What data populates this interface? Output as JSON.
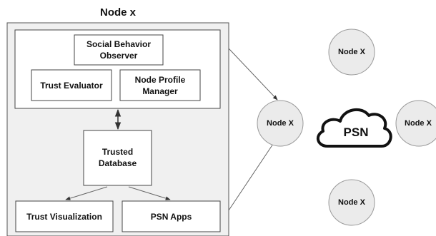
{
  "diagram": {
    "title": "Node x",
    "components": {
      "social_observer": "Social Behavior Observer",
      "trust_evaluator": "Trust Evaluator",
      "profile_manager": "Node Profile Manager",
      "trusted_database": "Trusted Database",
      "trust_visualization": "Trust Visualization",
      "psn_apps": "PSN Apps"
    },
    "network": {
      "node_top": "Node X",
      "node_center": "Node X",
      "node_right": "Node X",
      "node_bottom": "Node X",
      "cloud": "PSN"
    }
  }
}
